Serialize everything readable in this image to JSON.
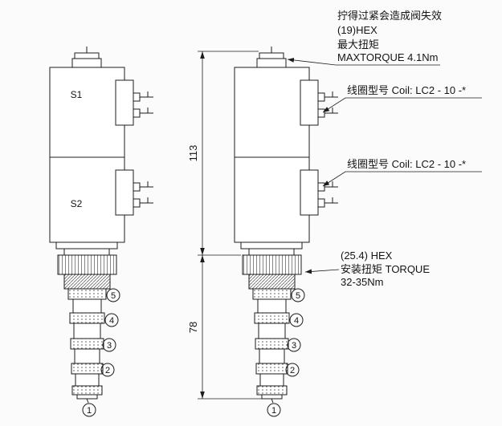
{
  "left_valve": {
    "coil1_label": "S1",
    "coil2_label": "S2",
    "ports": [
      "5",
      "4",
      "3",
      "2",
      "1"
    ]
  },
  "right_valve": {
    "ports": [
      "5",
      "4",
      "3",
      "2",
      "1"
    ]
  },
  "dimensions": {
    "upper": "113",
    "lower": "78"
  },
  "annotations": {
    "warning_line1": "拧得过紧会造成阀失效",
    "warning_line2": "(19)HEX",
    "warning_line3": "最大扭矩",
    "warning_line4": "MAXTORQUE 4.1Nm",
    "coil1_label": "线圈型号 Coil: LC2 - 10 -*",
    "coil2_label": "线圈型号 Coil: LC2 - 10 -*",
    "hex_line1": "(25.4) HEX",
    "hex_line2": "安装扭矩 TORQUE",
    "hex_line3": "32-35Nm"
  }
}
